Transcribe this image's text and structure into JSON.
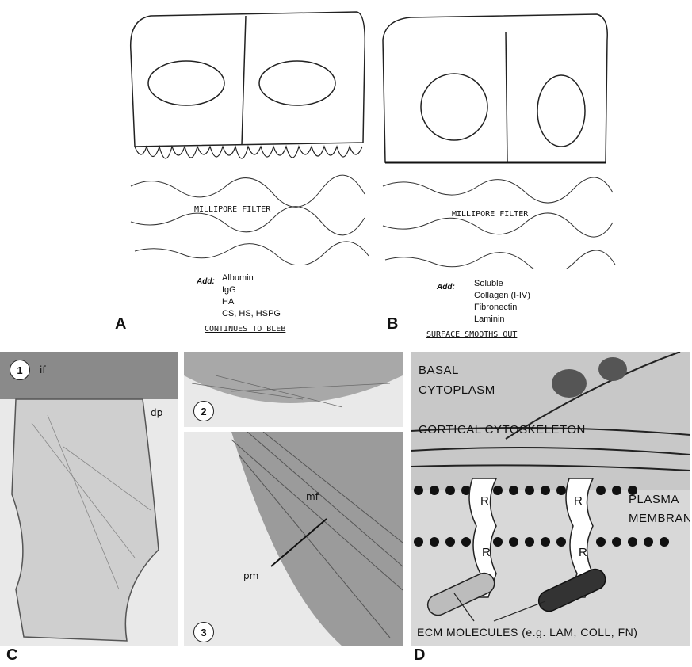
{
  "panel_a": {
    "letter": "A",
    "filter_label": "MILLIPORE FILTER",
    "add_key": "Add:",
    "add_items": [
      "Albumin",
      "IgG",
      "HA",
      "CS, HS, HSPG"
    ],
    "caption": "CONTINUES TO BLEB"
  },
  "panel_b": {
    "letter": "B",
    "filter_label": "MILLIPORE FILTER",
    "add_key": "Add:",
    "add_items": [
      "Soluble",
      "Collagen (I-IV)",
      "Fibronectin",
      "Laminin"
    ],
    "caption": "SURFACE SMOOTHS OUT"
  },
  "panel_c": {
    "letter": "C",
    "sub1": {
      "number": "1",
      "labels": [
        "if",
        "dp"
      ]
    },
    "sub2": {
      "number": "2"
    },
    "sub3": {
      "number": "3",
      "labels": [
        "mf",
        "pm"
      ]
    }
  },
  "panel_d": {
    "letter": "D",
    "basal": "BASAL",
    "cytoplasm": "CYTOPLASM",
    "cortical": "CORTICAL CYTOSKELETON",
    "receptor": "R",
    "plasma": "PLASMA",
    "membrane": "MEMBRANE",
    "ecm": "ECM MOLECULES (e.g. LAM, COLL, FN)"
  },
  "colors": {
    "micrograph_bg": "#e9e9e9",
    "panel_d_bg": "#d8d8d8",
    "dark_rod": "#333333"
  }
}
